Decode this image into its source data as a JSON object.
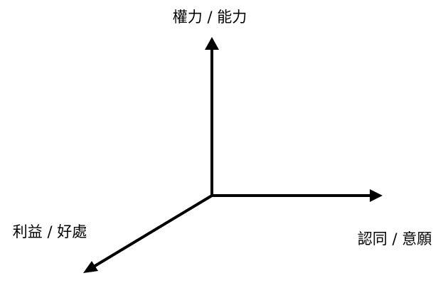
{
  "diagram": {
    "axes": {
      "vertical": {
        "label": "權力 / 能力"
      },
      "horizontal": {
        "label": "認同 / 意願"
      },
      "diagonal": {
        "label": "利益 / 好處"
      }
    },
    "line_color": "#000000",
    "background_color": "#ffffff"
  }
}
